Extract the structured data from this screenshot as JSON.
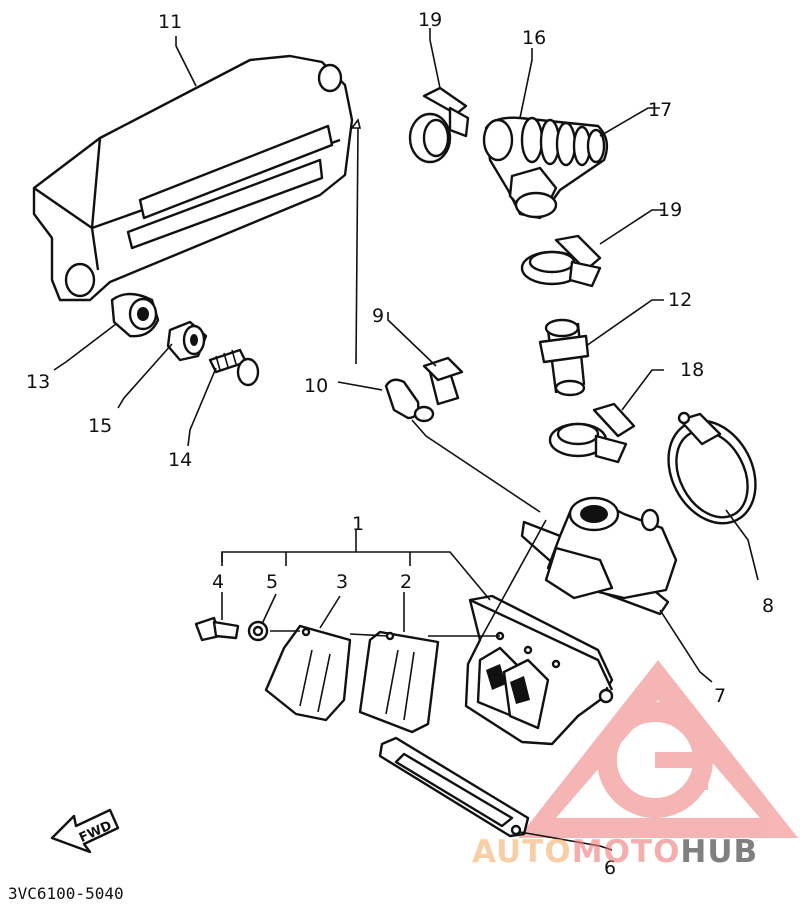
{
  "part_labels": {
    "p1": "1",
    "p2": "2",
    "p3": "3",
    "p4": "4",
    "p5": "5",
    "p6": "6",
    "p7": "7",
    "p8": "8",
    "p9": "9",
    "p10": "10",
    "p11": "11",
    "p12": "12",
    "p13": "13",
    "p14": "14",
    "p15": "15",
    "p16": "16",
    "p17": "17",
    "p18": "18",
    "p19a": "19",
    "p19b": "19"
  },
  "diagram_code": "3VC6100-5040",
  "fwd_label": "FWD",
  "watermark": {
    "part1": "AUTO",
    "part2": "MOTO",
    "part3": "HUB",
    "color_primary": "#f2b06e",
    "color_secondary": "#f07a7a",
    "color_tertiary": "#2d2d2d"
  }
}
